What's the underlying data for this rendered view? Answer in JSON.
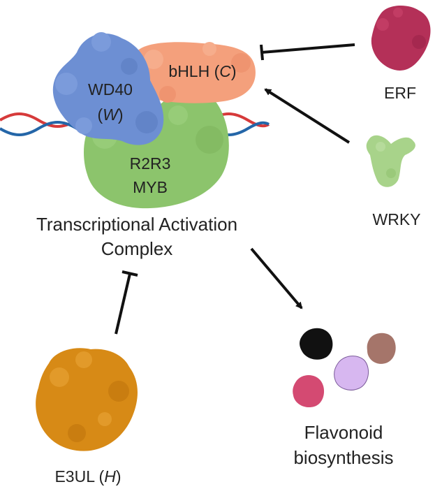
{
  "colors": {
    "background": "#ffffff",
    "wd40": "#6d8fd3",
    "bhlh": "#f4a07c",
    "myb": "#8cc46c",
    "erf": "#b43058",
    "wrky": "#a8d38a",
    "e3ul": "#d78a16",
    "arrow": "#111111",
    "dna_red": "#d63a3a",
    "dna_blue": "#2466a8",
    "dot_black": "#111111",
    "dot_brown": "#a5756a",
    "dot_lavender": "#d7b7f0",
    "dot_pink": "#d44a72"
  },
  "complex": {
    "wd40": {
      "name": "WD40",
      "gene_open": "(",
      "gene": "W",
      "gene_close": ")"
    },
    "bhlh": {
      "name": "bHLH",
      "gene_open": "(",
      "gene": "C",
      "gene_close": ")"
    },
    "myb": {
      "line1": "R2R3",
      "line2": "MYB"
    },
    "caption_line1": "Transcriptional Activation",
    "caption_line2": "Complex"
  },
  "regulators": {
    "erf": {
      "label": "ERF",
      "effect": "inhibits"
    },
    "wrky": {
      "label": "WRKY",
      "effect": "activates"
    },
    "e3ul": {
      "name": "E3UL",
      "gene_open": "(",
      "gene": "H",
      "gene_close": ")",
      "effect": "inhibits"
    }
  },
  "output": {
    "line1": "Flavonoid",
    "line2": "biosynthesis"
  },
  "icons": {
    "dna": "dna-helix-icon",
    "erf": "protein-blob-icon",
    "wrky": "protein-blob-icon",
    "e3ul": "protein-blob-icon",
    "flavonoids": "molecule-dots-icon"
  }
}
